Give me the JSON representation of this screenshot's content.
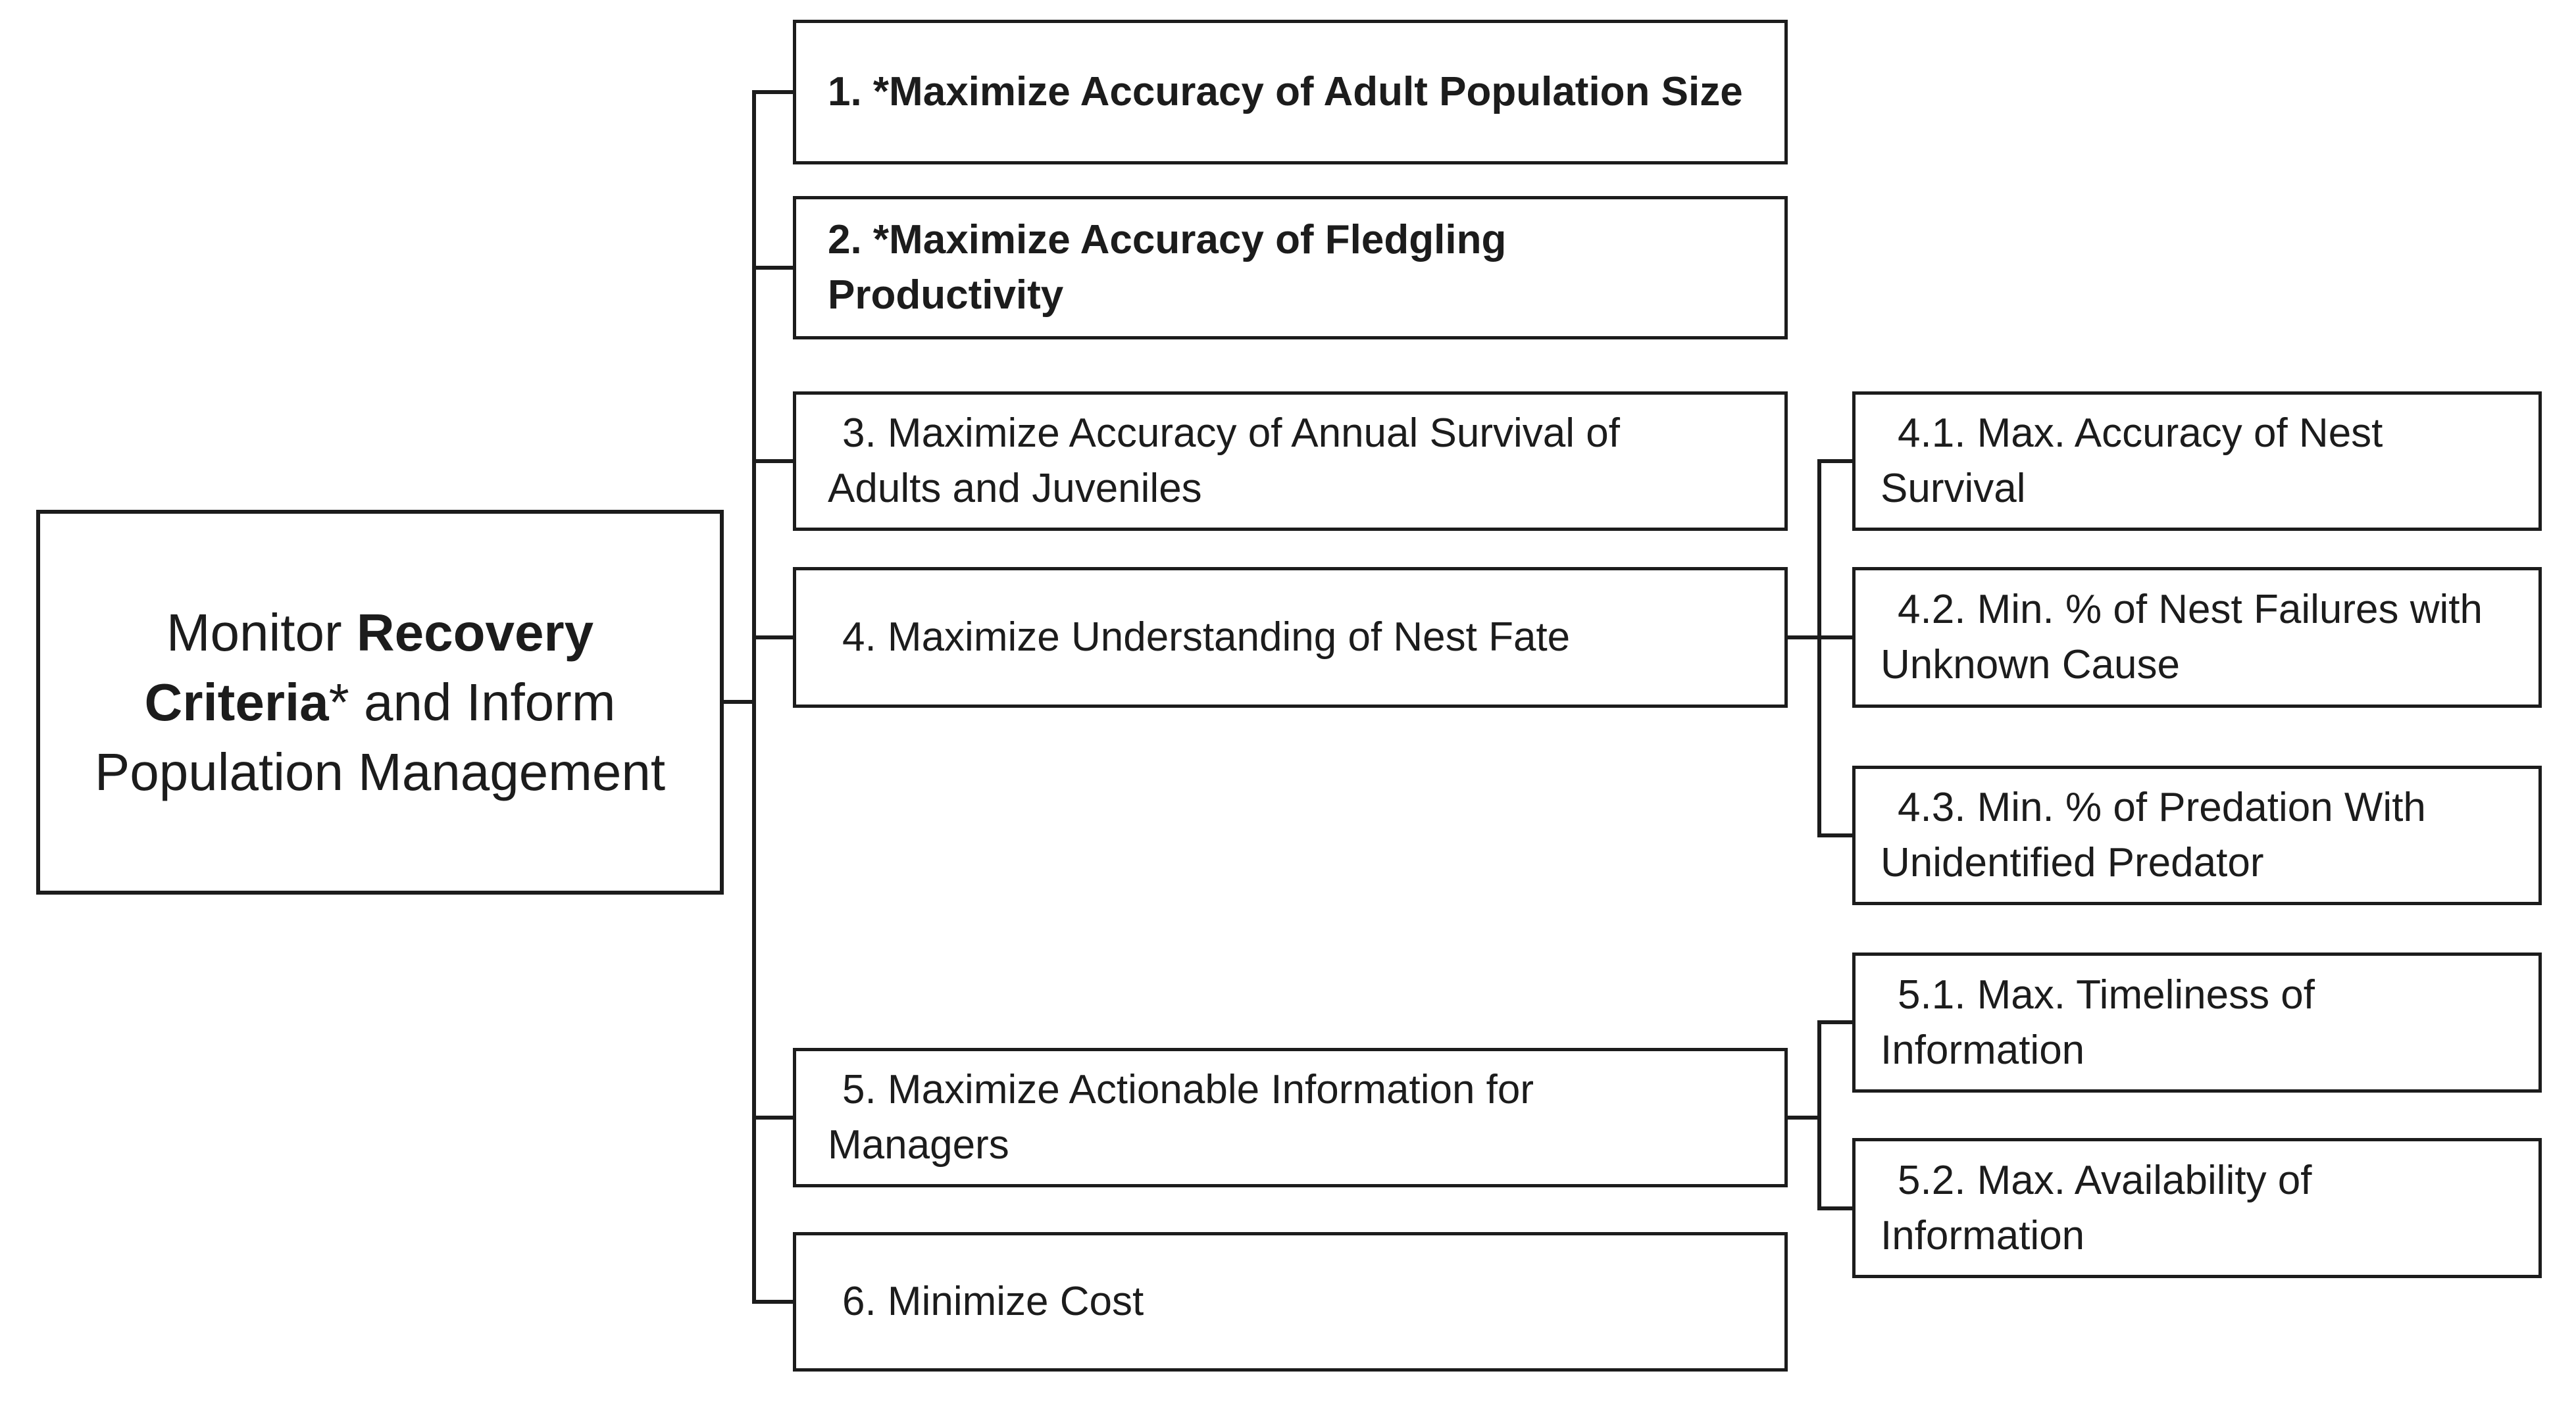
{
  "diagram": {
    "root": {
      "line1": {
        "regular": "Monitor ",
        "bold": "Recovery"
      },
      "line2": {
        "bold": "Criteria",
        "regular": "* and Inform"
      },
      "line3": {
        "regular": "Population Management"
      }
    },
    "objectives": [
      {
        "id": "1",
        "emphasis": "bold",
        "lines": [
          "1. *Maximize Accuracy of Adult Population Size"
        ]
      },
      {
        "id": "2",
        "emphasis": "bold",
        "lines": [
          "2. *Maximize Accuracy of Fledgling",
          "Productivity"
        ]
      },
      {
        "id": "3",
        "emphasis": "normal",
        "lines": [
          "3. Maximize Accuracy of Annual Survival of",
          "Adults and Juveniles"
        ]
      },
      {
        "id": "4",
        "emphasis": "normal",
        "lines": [
          "4. Maximize Understanding of Nest Fate"
        ]
      },
      {
        "id": "5",
        "emphasis": "normal",
        "lines": [
          "5. Maximize Actionable Information for",
          "Managers"
        ]
      },
      {
        "id": "6",
        "emphasis": "normal",
        "lines": [
          "6. Minimize Cost"
        ]
      }
    ],
    "sub_objectives_4": [
      {
        "id": "4.1",
        "lines": [
          "4.1. Max. Accuracy of Nest",
          "Survival"
        ]
      },
      {
        "id": "4.2",
        "lines": [
          "4.2. Min. % of Nest Failures with",
          "Unknown Cause"
        ]
      },
      {
        "id": "4.3",
        "lines": [
          "4.3. Min. % of Predation With",
          "Unidentified Predator"
        ]
      }
    ],
    "sub_objectives_5": [
      {
        "id": "5.1",
        "lines": [
          "5.1. Max. Timeliness of",
          "Information"
        ]
      },
      {
        "id": "5.2",
        "lines": [
          "5.2. Max. Availability of",
          "Information"
        ]
      }
    ],
    "colors": {
      "background": "#ffffff",
      "box_fill": "#ffffff",
      "box_border": "#1c1c1c",
      "connector": "#1c1c1c",
      "text": "#1c1c1c"
    }
  }
}
